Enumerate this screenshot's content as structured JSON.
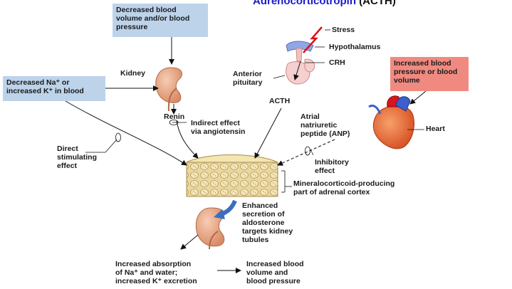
{
  "title": {
    "main": "Adrenocorticotropin",
    "paren": "(ACTH)"
  },
  "boxes": {
    "blood_volume": "Decreased blood volume and/or blood pressure",
    "sodium": "Decreased Na⁺ or increased K⁺ in blood",
    "bp_increase": "Increased blood pressure or blood volume"
  },
  "labels": {
    "kidney": "Kidney",
    "renin": "Renin",
    "indirect": "Indirect effect\nvia angiotensin",
    "direct": "Direct\nstimulating\neffect",
    "stress": "Stress",
    "hypothalamus": "Hypothalamus",
    "crh": "CRH",
    "anterior_pituitary": "Anterior\npituitary",
    "acth": "ACTH",
    "anp": "Atrial\nnatriuretic\npeptide (ANP)",
    "heart": "Heart",
    "inhibitory": "Inhibitory\neffect",
    "adrenal": "Mineralocorticoid-producing\npart of adrenal cortex",
    "enhanced": "Enhanced\nsecretion of\naldosterone\ntargets kidney\ntubules",
    "absorption": "Increased absorption\nof Na⁺ and water;\nincreased K⁺ excretion",
    "result": "Increased blood\nvolume and\nblood pressure"
  },
  "colors": {
    "blue_box": "#bcd3ea",
    "red_box": "#f08a80",
    "title": "#1a1acc",
    "kidney": "#e9a888",
    "adrenal": "#e8d49a"
  }
}
